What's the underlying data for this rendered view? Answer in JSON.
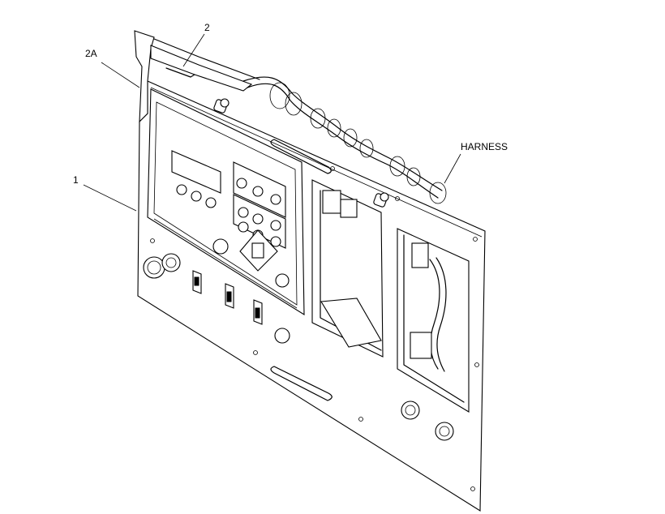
{
  "callouts": {
    "part_1": "1",
    "part_2": "2",
    "part_2a": "2A",
    "harness": "HARNESS"
  }
}
